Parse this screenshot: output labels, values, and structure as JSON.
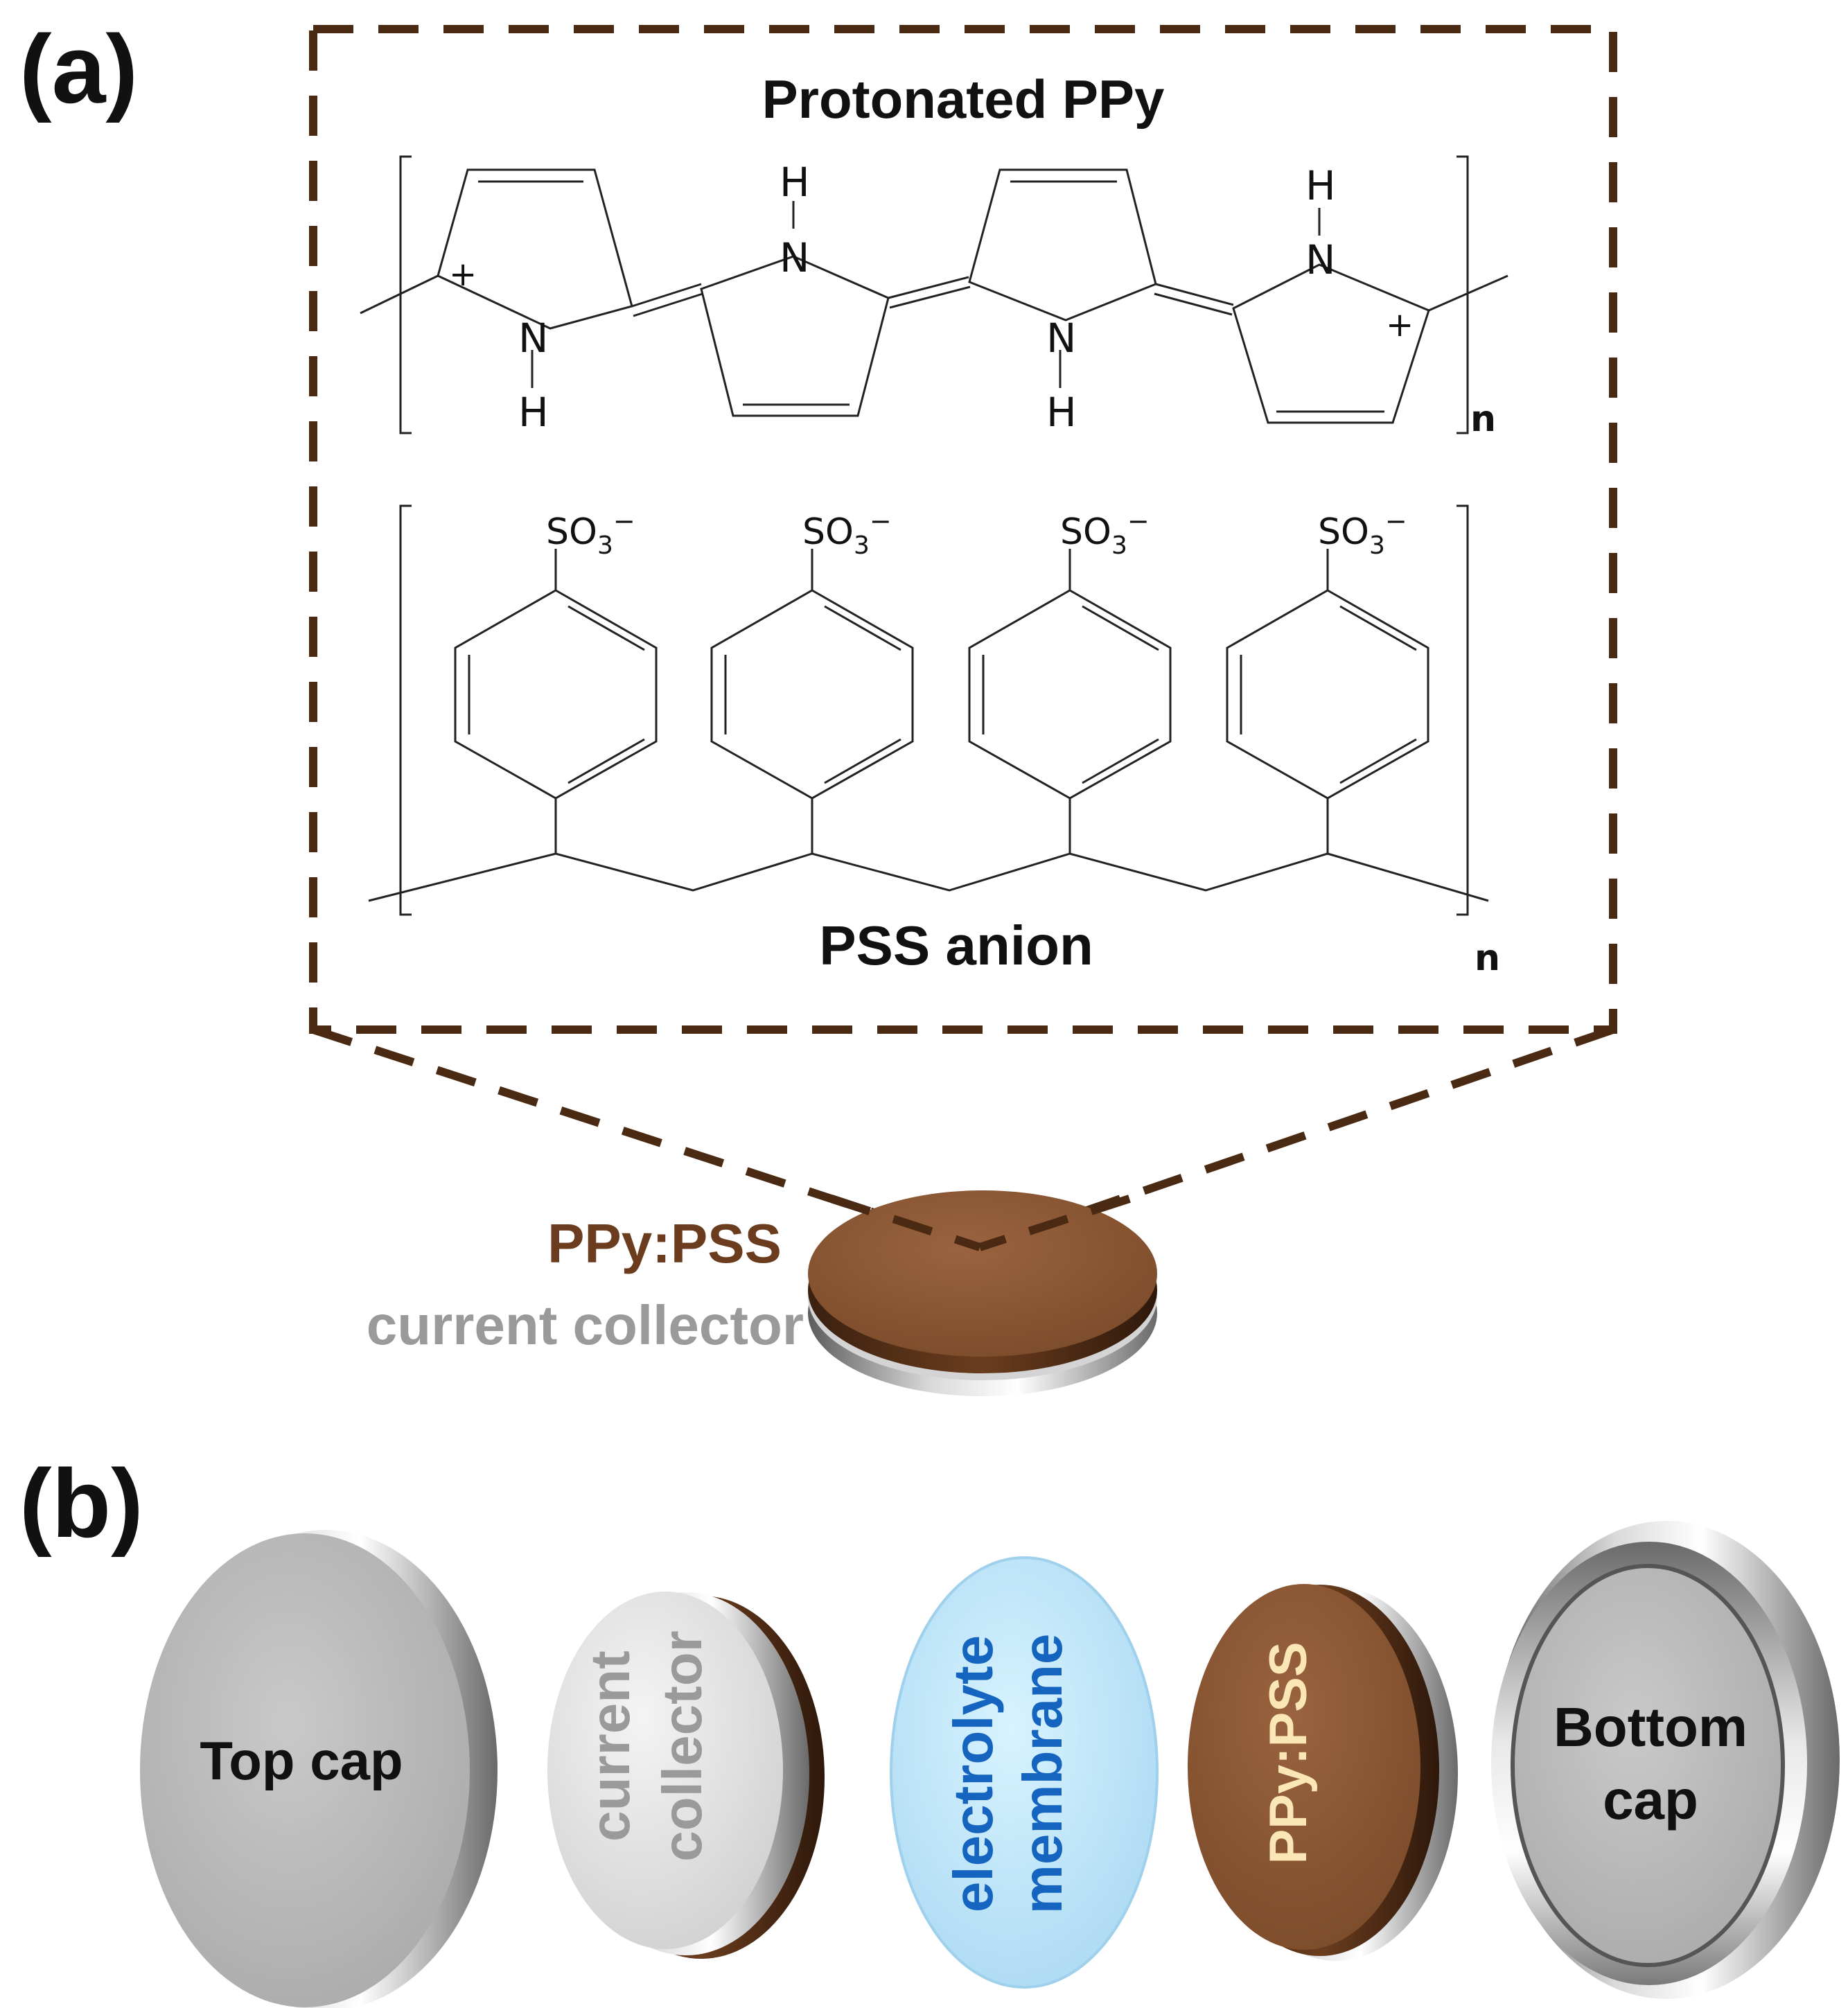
{
  "figure": {
    "panel_a_label": "(a)",
    "panel_b_label": "(b)",
    "colors": {
      "frame_brown": "#4a2a12",
      "ppy_brown": "#8a5430",
      "collector_gray": "#9a9a9a",
      "membrane_text_blue": "#1565c0",
      "ppy_text_cream": "#fbe7b5",
      "cap_text": "#111111"
    },
    "structure": {
      "ppy_title": "Protonated PPy",
      "pss_title": "PSS anion",
      "n_subscript": "n",
      "h_atom": "H",
      "n_atom": "N",
      "plus_charge": "+",
      "so3_group": "SO",
      "so3_subscript": "3",
      "minus_charge": "−"
    },
    "electrode": {
      "ppy_pss_label": "PPy:PSS",
      "collector_label": "current collector"
    },
    "cell_parts": {
      "top_cap": "Top cap",
      "collector_line1": "current",
      "collector_line2": "collector",
      "membrane_line1": "electrolyte",
      "membrane_line2": "membrane",
      "ppy_pss": "PPy:PSS",
      "bottom_cap_line1": "Bottom",
      "bottom_cap_line2": "cap"
    }
  }
}
